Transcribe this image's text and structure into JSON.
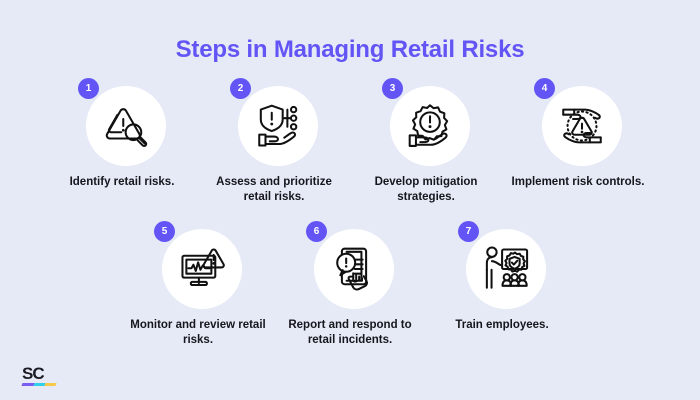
{
  "title": "Steps in Managing Retail Risks",
  "theme": {
    "background": "#e6eaf6",
    "title_color": "#6355f5",
    "badge_color": "#6355f5",
    "circle_color": "#ffffff",
    "caption_color": "#16161d",
    "icon_stroke": "#111111"
  },
  "logo": {
    "text": "SC",
    "bar_colors": [
      "#7b5cf0",
      "#2fd0e8",
      "#f7c948"
    ]
  },
  "rows": [
    {
      "steps": [
        {
          "number": "1",
          "caption": "Identify retail risks.",
          "icon": "warning-triangle-magnifier-icon"
        },
        {
          "number": "2",
          "caption": "Assess and prioritize retail risks.",
          "icon": "shield-alert-hand-priority-icon"
        },
        {
          "number": "3",
          "caption": "Develop mitigation strategies.",
          "icon": "gear-alert-hand-icon"
        },
        {
          "number": "4",
          "caption": "Implement risk controls.",
          "icon": "hands-protecting-warning-icon"
        }
      ]
    },
    {
      "steps": [
        {
          "number": "5",
          "caption": "Monitor and review retail risks.",
          "icon": "monitor-chart-warning-icon"
        },
        {
          "number": "6",
          "caption": "Report and respond to retail incidents.",
          "icon": "document-alert-hand-tap-icon"
        },
        {
          "number": "7",
          "caption": "Train employees.",
          "icon": "trainer-board-audience-icon"
        }
      ]
    }
  ]
}
